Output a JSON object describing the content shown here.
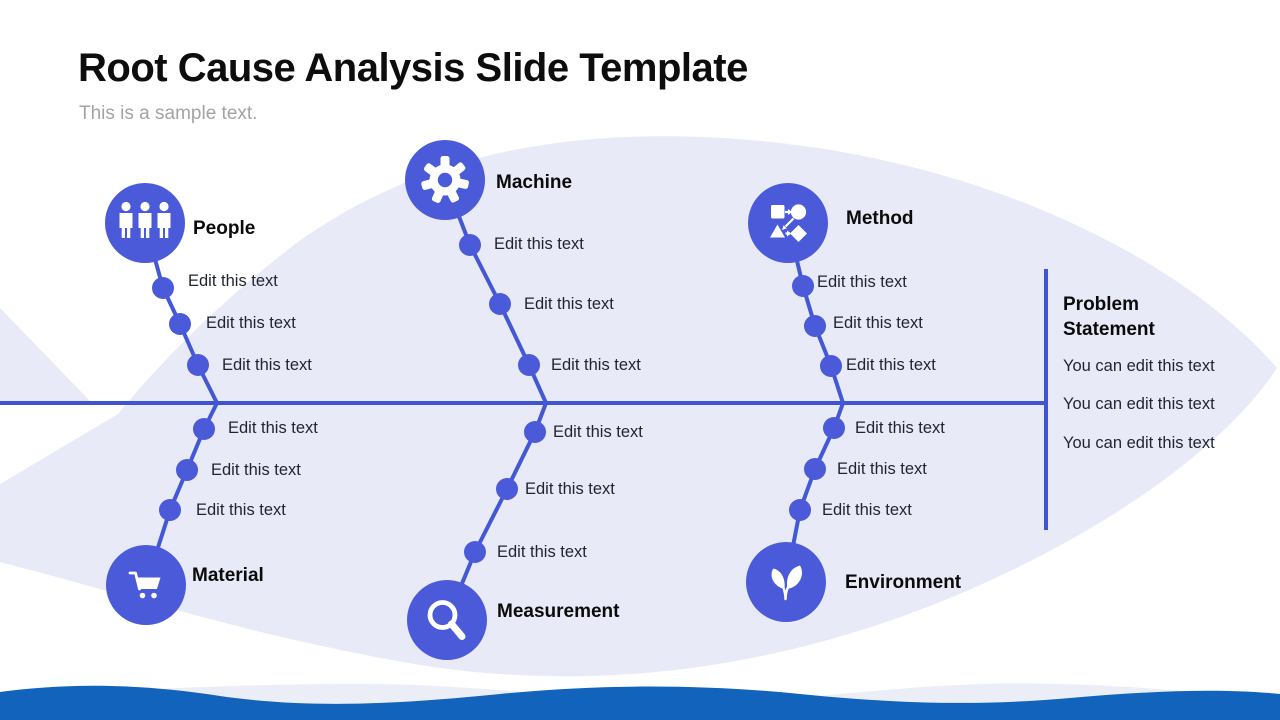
{
  "slide": {
    "title": "Root Cause Analysis Slide Template",
    "subtitle": "This is a sample text."
  },
  "problem": {
    "heading": "Problem Statement",
    "items": [
      "You can edit this text",
      "You can edit this text",
      "You can edit this text"
    ]
  },
  "categories": [
    {
      "name": "People",
      "icon": "people-icon",
      "causes": [
        "Edit this text",
        "Edit this text",
        "Edit this text"
      ]
    },
    {
      "name": "Machine",
      "icon": "gear-icon",
      "causes": [
        "Edit this text",
        "Edit this text",
        "Edit this text"
      ]
    },
    {
      "name": "Method",
      "icon": "method-shapes-icon",
      "causes": [
        "Edit this text",
        "Edit this text",
        "Edit this text"
      ]
    },
    {
      "name": "Material",
      "icon": "cart-icon",
      "causes": [
        "Edit this text",
        "Edit this text",
        "Edit this text"
      ]
    },
    {
      "name": "Measurement",
      "icon": "magnifier-icon",
      "causes": [
        "Edit this text",
        "Edit this text",
        "Edit this text"
      ]
    },
    {
      "name": "Environment",
      "icon": "plant-icon",
      "causes": [
        "Edit this text",
        "Edit this text",
        "Edit this text"
      ]
    }
  ],
  "colors": {
    "accent_blue": "#4a5ad9",
    "line_blue": "#3e54d3",
    "fish_fill": "#e9eaf8",
    "wave_blue": "#1163bb",
    "wave_light": "#eceef7",
    "title_text": "#0d0d0d",
    "subtitle_text": "#a3a3a3",
    "body_text": "#1f2430"
  }
}
